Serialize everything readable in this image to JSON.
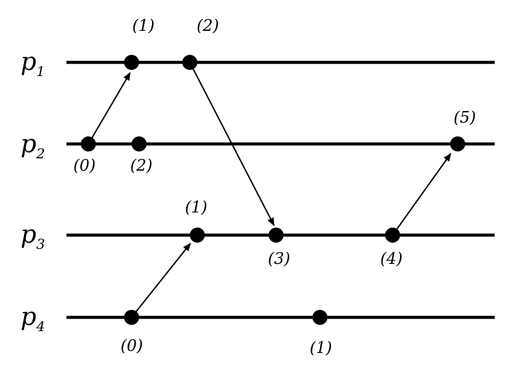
{
  "processes": [
    {
      "id": "p1",
      "base": "p",
      "sub": "1"
    },
    {
      "id": "p2",
      "base": "p",
      "sub": "2"
    },
    {
      "id": "p3",
      "base": "p",
      "sub": "3"
    },
    {
      "id": "p4",
      "base": "p",
      "sub": "4"
    }
  ],
  "events": [
    {
      "id": "p1-e1",
      "process": "p1",
      "label": "(1)"
    },
    {
      "id": "p1-e2",
      "process": "p1",
      "label": "(2)"
    },
    {
      "id": "p2-e0",
      "process": "p2",
      "label": "(0)"
    },
    {
      "id": "p2-e2",
      "process": "p2",
      "label": "(2)"
    },
    {
      "id": "p2-e5",
      "process": "p2",
      "label": "(5)"
    },
    {
      "id": "p3-e1",
      "process": "p3",
      "label": "(1)"
    },
    {
      "id": "p3-e3",
      "process": "p3",
      "label": "(3)"
    },
    {
      "id": "p3-e4",
      "process": "p3",
      "label": "(4)"
    },
    {
      "id": "p4-e0",
      "process": "p4",
      "label": "(0)"
    },
    {
      "id": "p4-e1",
      "process": "p4",
      "label": "(1)"
    }
  ],
  "messages": [
    {
      "from": "p2-e0",
      "to": "p1-e1"
    },
    {
      "from": "p1-e2",
      "to": "p3-e3"
    },
    {
      "from": "p3-e4",
      "to": "p2-e5"
    },
    {
      "from": "p4-e0",
      "to": "p3-e1"
    }
  ]
}
